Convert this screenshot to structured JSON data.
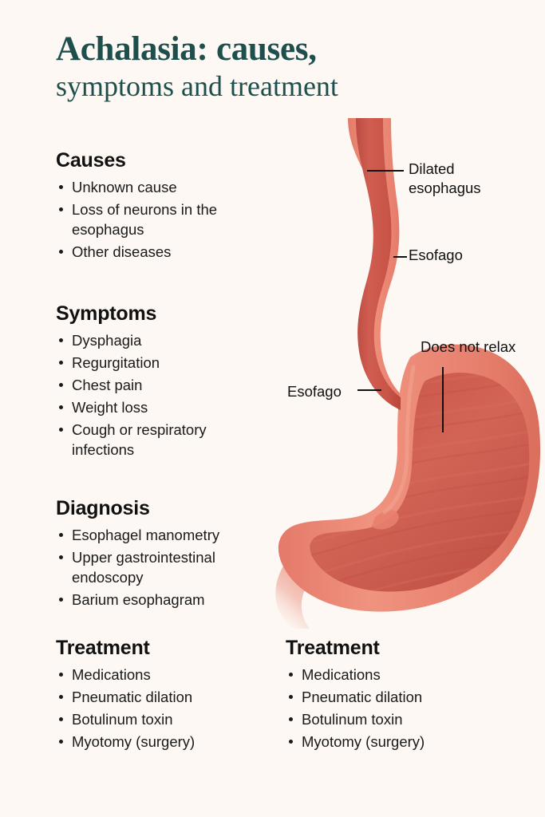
{
  "page": {
    "background_color": "#fdf8f3",
    "title_color": "#1e4f4c",
    "text_color": "#111111",
    "organ_outer_color": "#e8806e",
    "organ_inner_color": "#cc5a4f"
  },
  "header": {
    "title_line1": "Achalasia: causes,",
    "title_line2": "symptoms and treatment"
  },
  "sections": {
    "causes": {
      "heading": "Causes",
      "items": [
        "Unknown cause",
        "Loss of neurons in the esophagus",
        "Other diseases"
      ]
    },
    "symptoms": {
      "heading": "Symptoms",
      "items": [
        "Dysphagia",
        "Regurgitation",
        "Chest pain",
        "Weight loss",
        "Cough or respiratory infections"
      ]
    },
    "diagnosis": {
      "heading": "Diagnosis",
      "items": [
        "Esophagel manometry",
        "Upper gastrointestinal endoscopy",
        "Barium esophagram"
      ]
    },
    "treatment_left": {
      "heading": "Treatment",
      "items": [
        "Medications",
        "Pneumatic dilation",
        "Botulinum toxin",
        "Myotomy (surgery)"
      ]
    },
    "treatment_right": {
      "heading": "Treatment",
      "items": [
        "Medications",
        "Pneumatic dilation",
        "Botulinum toxin",
        "Myotomy (surgery)"
      ]
    }
  },
  "diagram": {
    "name": "achalasia-esophagus-stomach-illustration",
    "callouts": {
      "dilated_esophagus": "Dilated esophagus",
      "esofago_upper": "Esofago",
      "does_not_relax": "Does not relax",
      "esofago_lower": "Esofago"
    }
  }
}
